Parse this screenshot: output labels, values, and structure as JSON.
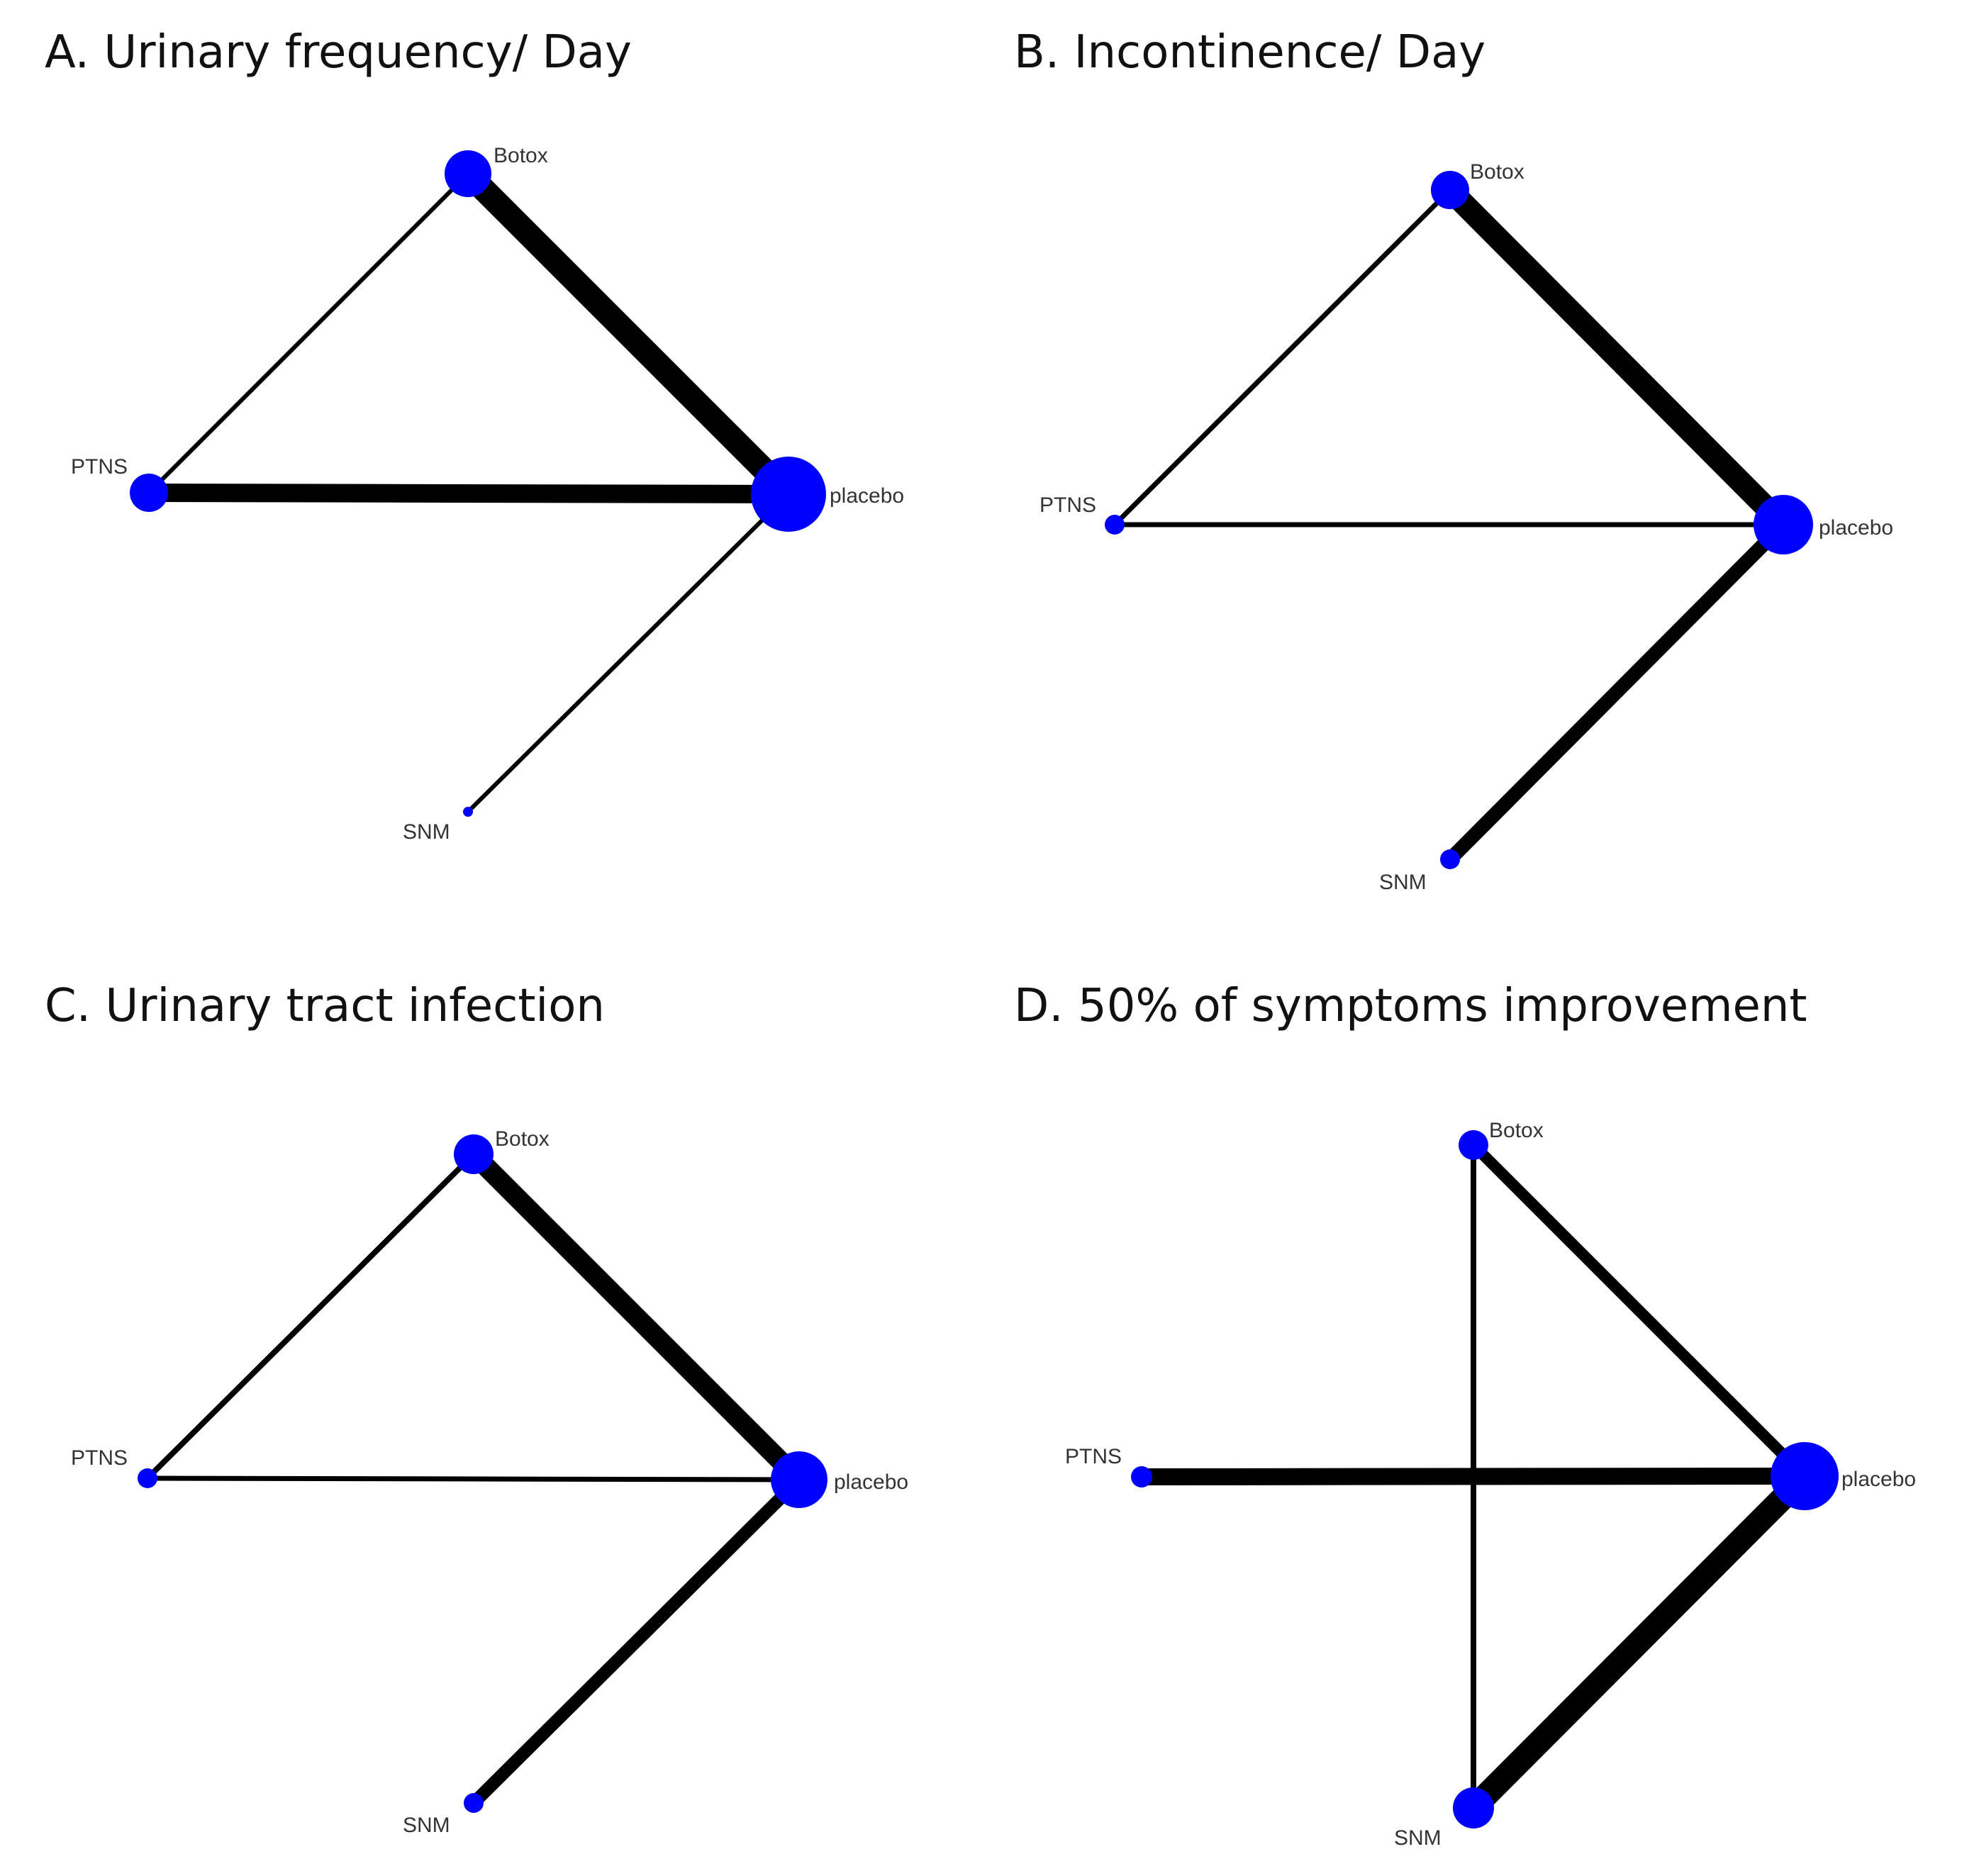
{
  "colors": {
    "node": "#0000ff",
    "edge": "#000000",
    "background": "#ffffff"
  },
  "panels": [
    {
      "title": "A. Urinary frequency/ Day",
      "nodes": [
        {
          "id": "botox",
          "label": "Botox"
        },
        {
          "id": "ptns",
          "label": "PTNS"
        },
        {
          "id": "placebo",
          "label": "placebo"
        },
        {
          "id": "snm",
          "label": "SNM"
        }
      ],
      "edges": [
        {
          "from": "ptns",
          "to": "botox"
        },
        {
          "from": "botox",
          "to": "placebo"
        },
        {
          "from": "ptns",
          "to": "placebo"
        },
        {
          "from": "placebo",
          "to": "snm"
        }
      ]
    },
    {
      "title": "B. Incontinence/ Day",
      "nodes": [
        {
          "id": "botox",
          "label": "Botox"
        },
        {
          "id": "ptns",
          "label": "PTNS"
        },
        {
          "id": "placebo",
          "label": "placebo"
        },
        {
          "id": "snm",
          "label": "SNM"
        }
      ],
      "edges": [
        {
          "from": "ptns",
          "to": "botox"
        },
        {
          "from": "botox",
          "to": "placebo"
        },
        {
          "from": "ptns",
          "to": "placebo"
        },
        {
          "from": "placebo",
          "to": "snm"
        }
      ]
    },
    {
      "title": "C. Urinary tract infection",
      "nodes": [
        {
          "id": "botox",
          "label": "Botox"
        },
        {
          "id": "ptns",
          "label": "PTNS"
        },
        {
          "id": "placebo",
          "label": "placebo"
        },
        {
          "id": "snm",
          "label": "SNM"
        }
      ],
      "edges": [
        {
          "from": "ptns",
          "to": "botox"
        },
        {
          "from": "botox",
          "to": "placebo"
        },
        {
          "from": "ptns",
          "to": "placebo"
        },
        {
          "from": "placebo",
          "to": "snm"
        }
      ]
    },
    {
      "title": "D. 50% of symptoms improvement",
      "nodes": [
        {
          "id": "botox",
          "label": "Botox"
        },
        {
          "id": "ptns",
          "label": "PTNS"
        },
        {
          "id": "placebo",
          "label": "placebo"
        },
        {
          "id": "snm",
          "label": "SNM"
        }
      ],
      "edges": [
        {
          "from": "botox",
          "to": "snm"
        },
        {
          "from": "botox",
          "to": "placebo"
        },
        {
          "from": "ptns",
          "to": "placebo"
        },
        {
          "from": "placebo",
          "to": "snm"
        }
      ]
    }
  ]
}
